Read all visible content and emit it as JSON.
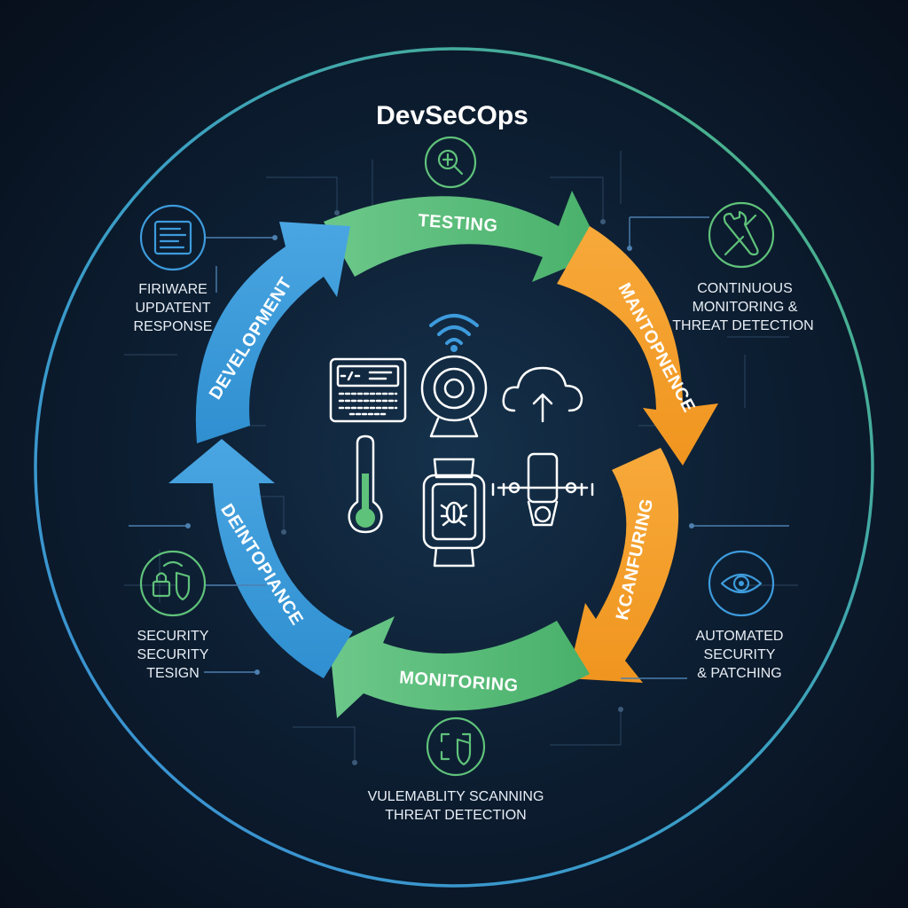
{
  "title": "DevSeCOps",
  "stages": {
    "testing": "TESTING",
    "maintenance": "MANTOPNENCE",
    "configuring": "KCANFURING",
    "monitoring": "MONITORING",
    "deployment": "DEINTOPIANCE",
    "development": "DEVELOPMENT"
  },
  "side_panels": {
    "top_left": {
      "lines": [
        "FIRIWARE",
        "UPDATENT",
        "RESPONSE"
      ],
      "icon": "document-code-icon"
    },
    "top_right": {
      "lines": [
        "CONTINUOUS",
        "MONITORING &",
        "THREAT DETECTION"
      ],
      "icon": "wrench-screwdriver-icon"
    },
    "bottom_left": {
      "lines": [
        "SECURITY",
        "SECURITY",
        "TESIGN"
      ],
      "icon": "lock-shield-icon"
    },
    "bottom_right": {
      "lines": [
        "AUTOMATED",
        "SECURITY",
        "& PATCHING"
      ],
      "icon": "eye-icon"
    },
    "bottom": {
      "lines": [
        "VULEMABLITY SCANNING",
        "THREAT DETECTION"
      ],
      "icon": "shield-scan-icon"
    },
    "top": {
      "icon": "bug-search-icon"
    }
  },
  "center_icons": [
    "wifi-icon",
    "code-keyboard-icon",
    "webcam-icon",
    "cloud-upload-icon",
    "thermometer-icon",
    "smartwatch-bug-icon",
    "drone-icon"
  ],
  "colors": {
    "green": "#5fc27a",
    "orange": "#f5a030",
    "blue": "#3d9bdc",
    "ring_blue": "#3a8fd6",
    "ring_green": "#4fb878"
  }
}
